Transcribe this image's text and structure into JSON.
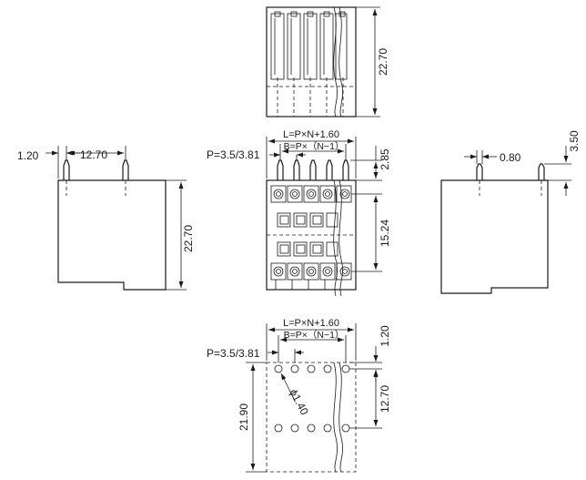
{
  "dimensions": {
    "top_height": "22.70",
    "left_pin_offset": "1.20",
    "left_pin_pitch": "12.70",
    "left_height": "22.70",
    "front_length": "L=P×N+1.60",
    "front_pitch_span": "B=P×（N−1）",
    "front_pitch": "P=3.5/3.81",
    "front_pin_length": "2.85",
    "front_row_spacing": "15.24",
    "right_pin_width": "0.80",
    "right_pin_length": "3.50",
    "bottom_length": "L=P×N+1.60",
    "bottom_pitch_span": "B=P×（N−1）",
    "bottom_pitch": "P=3.5/3.81",
    "bottom_edge": "1.20",
    "bottom_hole_diameter": "ϕ1.40",
    "bottom_row_spacing": "12.70",
    "bottom_height": "21.90"
  }
}
